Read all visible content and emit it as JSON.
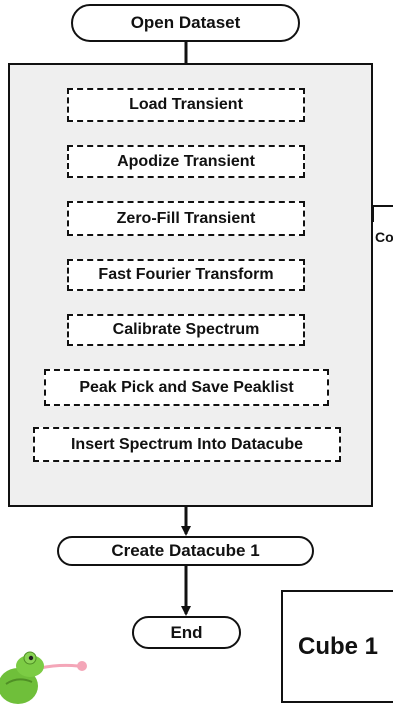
{
  "flow": {
    "start": "Open Dataset",
    "steps": [
      "Load Transient",
      "Apodize Transient",
      "Zero-Fill Transient",
      "Fast Fourier Transform",
      "Calibrate Spectrum",
      "Peak Pick and Save Peaklist",
      "Insert Spectrum Into Datacube"
    ],
    "create": "Create Datacube 1",
    "end": "End"
  },
  "side_label": "Co",
  "cube_label": "Cube 1",
  "colors": {
    "line": "#111111",
    "panel_bg": "#efefef",
    "mascot_green": "#6fbf3a",
    "mascot_tongue": "#f4a6b8"
  },
  "mascot_icon": "chameleon-mascot"
}
